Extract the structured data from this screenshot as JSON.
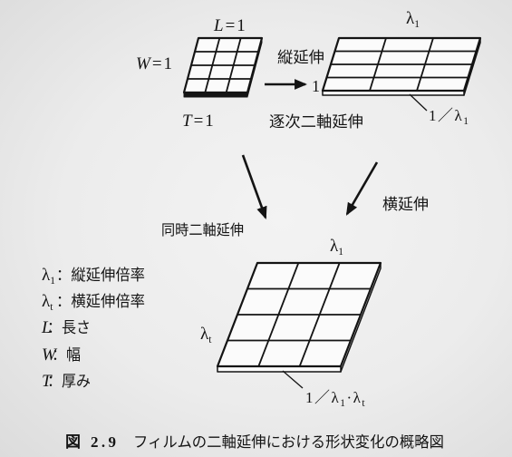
{
  "colors": {
    "ink": "#141414",
    "film": "#fbfbfb"
  },
  "initial_film": {
    "length": {
      "var": "L",
      "value": "=1"
    },
    "width": {
      "var": "W",
      "value": "=1"
    },
    "thickness": {
      "var": "T",
      "value": "=1"
    }
  },
  "longitudinal_stretch": {
    "label": "縦延伸",
    "width_value": "1"
  },
  "sequential_film": {
    "length": {
      "symbol": "λ",
      "sub": "1"
    },
    "thickness": {
      "prefix": "1／λ",
      "sub": "1"
    },
    "label": "逐次二軸延伸"
  },
  "transverse_stretch": {
    "label": "横延伸"
  },
  "simultaneous_stretch": {
    "label": "同時二軸延伸"
  },
  "final_film": {
    "length": {
      "symbol": "λ",
      "sub": "1"
    },
    "width": {
      "symbol": "λ",
      "sub": "t"
    },
    "thickness": {
      "prefix": "1／λ",
      "sub1": "1",
      "middle": "·λ",
      "sub2": "t"
    }
  },
  "legend": [
    {
      "symbol": "λ",
      "sub": "1",
      "text": "：縦延伸倍率"
    },
    {
      "symbol": "λ",
      "sub": "t",
      "text": "：横延伸倍率"
    },
    {
      "symbol": "L",
      "text": "：長さ"
    },
    {
      "symbol": "W",
      "text": "：幅"
    },
    {
      "symbol": "T",
      "text": "：厚み"
    }
  ],
  "caption": {
    "number": "図 2.9",
    "title": "フィルムの二軸延伸における形状変化の概略図"
  }
}
